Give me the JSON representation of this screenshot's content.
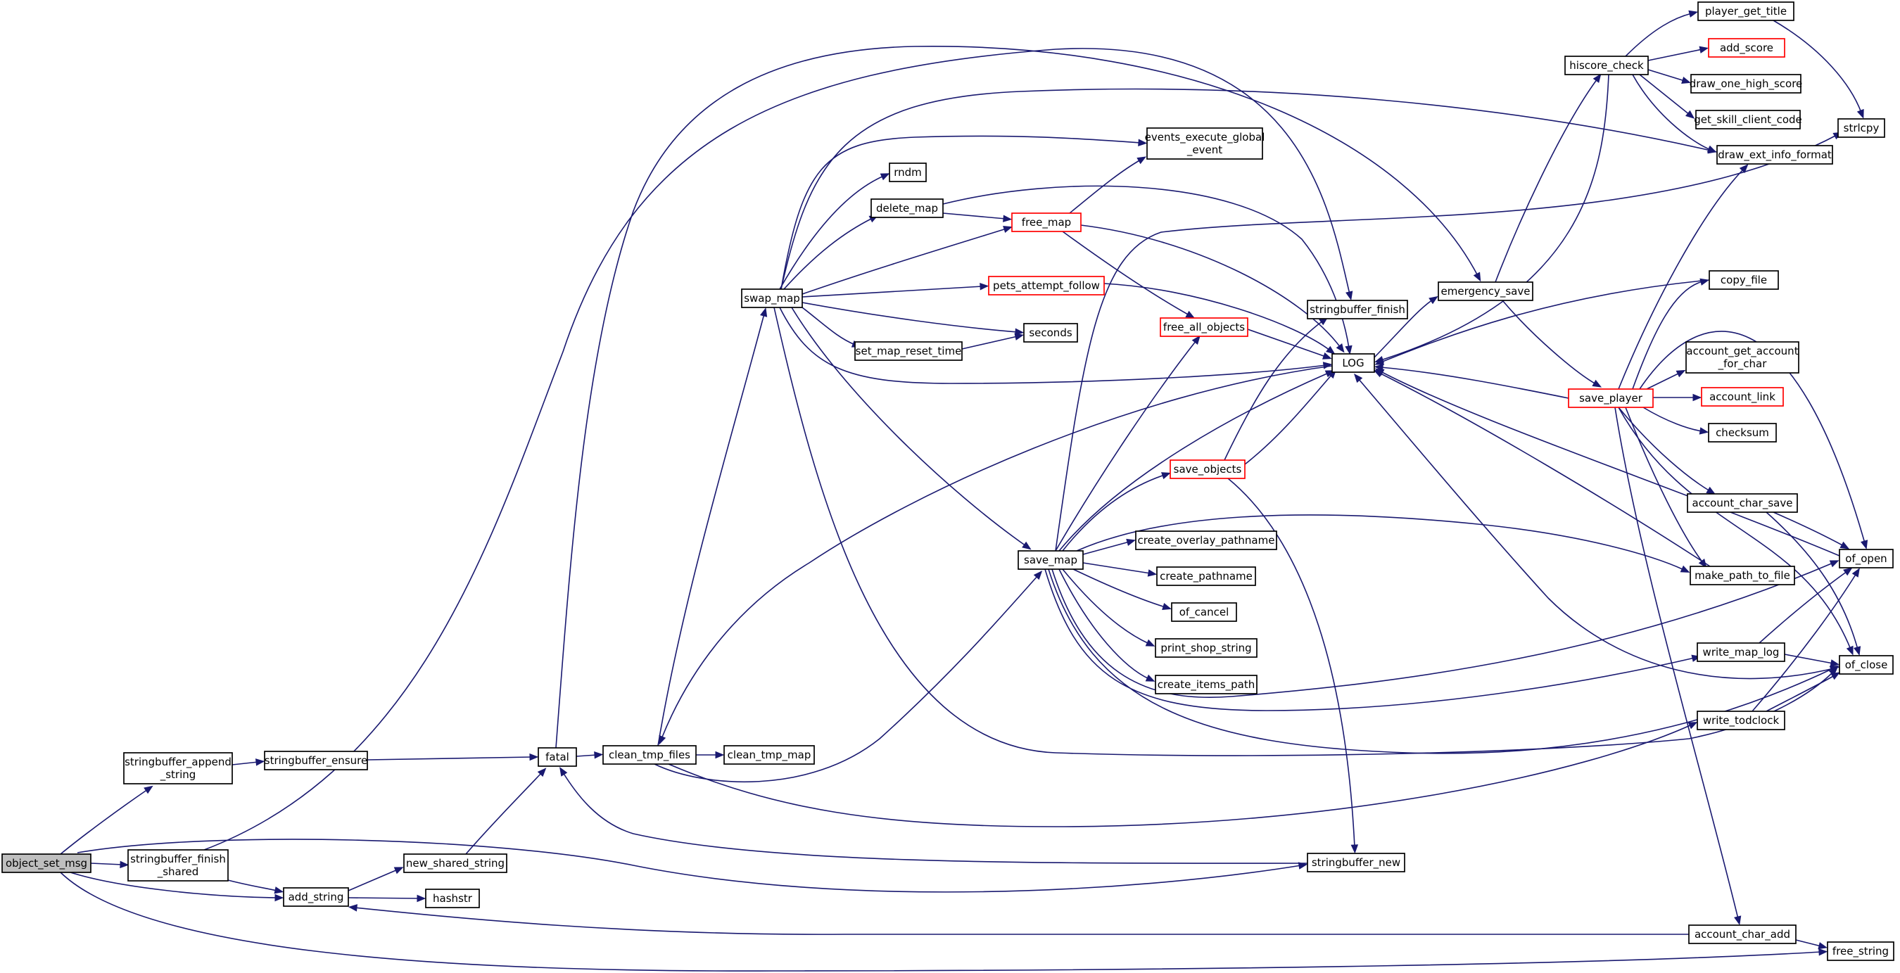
{
  "graph": {
    "root": "object_set_msg",
    "nodes": [
      {
        "id": "object_set_msg",
        "label": [
          "object_set_msg"
        ],
        "style": "root"
      },
      {
        "id": "stringbuffer_append_string",
        "label": [
          "stringbuffer_append",
          "_string"
        ],
        "style": "normal"
      },
      {
        "id": "stringbuffer_ensure",
        "label": [
          "stringbuffer_ensure"
        ],
        "style": "normal"
      },
      {
        "id": "stringbuffer_finish_shared",
        "label": [
          "stringbuffer_finish",
          "_shared"
        ],
        "style": "normal"
      },
      {
        "id": "add_string",
        "label": [
          "add_string"
        ],
        "style": "normal"
      },
      {
        "id": "new_shared_string",
        "label": [
          "new_shared_string"
        ],
        "style": "normal"
      },
      {
        "id": "hashstr",
        "label": [
          "hashstr"
        ],
        "style": "normal"
      },
      {
        "id": "fatal",
        "label": [
          "fatal"
        ],
        "style": "normal"
      },
      {
        "id": "clean_tmp_files",
        "label": [
          "clean_tmp_files"
        ],
        "style": "normal"
      },
      {
        "id": "clean_tmp_map",
        "label": [
          "clean_tmp_map"
        ],
        "style": "normal"
      },
      {
        "id": "swap_map",
        "label": [
          "swap_map"
        ],
        "style": "normal"
      },
      {
        "id": "rndm",
        "label": [
          "rndm"
        ],
        "style": "normal"
      },
      {
        "id": "delete_map",
        "label": [
          "delete_map"
        ],
        "style": "normal"
      },
      {
        "id": "free_map",
        "label": [
          "free_map"
        ],
        "style": "red"
      },
      {
        "id": "events_execute_global_event",
        "label": [
          "events_execute_global",
          "_event"
        ],
        "style": "normal"
      },
      {
        "id": "pets_attempt_follow",
        "label": [
          "pets_attempt_follow"
        ],
        "style": "red"
      },
      {
        "id": "seconds",
        "label": [
          "seconds"
        ],
        "style": "normal"
      },
      {
        "id": "set_map_reset_time",
        "label": [
          "set_map_reset_time"
        ],
        "style": "normal"
      },
      {
        "id": "free_all_objects",
        "label": [
          "free_all_objects"
        ],
        "style": "red"
      },
      {
        "id": "stringbuffer_finish",
        "label": [
          "stringbuffer_finish"
        ],
        "style": "normal"
      },
      {
        "id": "LOG",
        "label": [
          "LOG"
        ],
        "style": "normal"
      },
      {
        "id": "save_objects",
        "label": [
          "save_objects"
        ],
        "style": "red"
      },
      {
        "id": "save_map",
        "label": [
          "save_map"
        ],
        "style": "normal"
      },
      {
        "id": "create_overlay_pathname",
        "label": [
          "create_overlay_pathname"
        ],
        "style": "normal"
      },
      {
        "id": "create_pathname",
        "label": [
          "create_pathname"
        ],
        "style": "normal"
      },
      {
        "id": "of_cancel",
        "label": [
          "of_cancel"
        ],
        "style": "normal"
      },
      {
        "id": "print_shop_string",
        "label": [
          "print_shop_string"
        ],
        "style": "normal"
      },
      {
        "id": "create_items_path",
        "label": [
          "create_items_path"
        ],
        "style": "normal"
      },
      {
        "id": "stringbuffer_new",
        "label": [
          "stringbuffer_new"
        ],
        "style": "normal"
      },
      {
        "id": "emergency_save",
        "label": [
          "emergency_save"
        ],
        "style": "normal"
      },
      {
        "id": "hiscore_check",
        "label": [
          "hiscore_check"
        ],
        "style": "normal"
      },
      {
        "id": "save_player",
        "label": [
          "save_player"
        ],
        "style": "red"
      },
      {
        "id": "player_get_title",
        "label": [
          "player_get_title"
        ],
        "style": "normal"
      },
      {
        "id": "add_score",
        "label": [
          "add_score"
        ],
        "style": "red"
      },
      {
        "id": "draw_one_high_score",
        "label": [
          "draw_one_high_score"
        ],
        "style": "normal"
      },
      {
        "id": "get_skill_client_code",
        "label": [
          "get_skill_client_code"
        ],
        "style": "normal"
      },
      {
        "id": "draw_ext_info_format",
        "label": [
          "draw_ext_info_format"
        ],
        "style": "normal"
      },
      {
        "id": "strlcpy",
        "label": [
          "strlcpy"
        ],
        "style": "normal"
      },
      {
        "id": "copy_file",
        "label": [
          "copy_file"
        ],
        "style": "normal"
      },
      {
        "id": "account_get_account_for_char",
        "label": [
          "account_get_account",
          "_for_char"
        ],
        "style": "normal"
      },
      {
        "id": "account_link",
        "label": [
          "account_link"
        ],
        "style": "red"
      },
      {
        "id": "checksum",
        "label": [
          "checksum"
        ],
        "style": "normal"
      },
      {
        "id": "account_char_save",
        "label": [
          "account_char_save"
        ],
        "style": "normal"
      },
      {
        "id": "make_path_to_file",
        "label": [
          "make_path_to_file"
        ],
        "style": "normal"
      },
      {
        "id": "of_open",
        "label": [
          "of_open"
        ],
        "style": "normal"
      },
      {
        "id": "write_map_log",
        "label": [
          "write_map_log"
        ],
        "style": "normal"
      },
      {
        "id": "of_close",
        "label": [
          "of_close"
        ],
        "style": "normal"
      },
      {
        "id": "write_todclock",
        "label": [
          "write_todclock"
        ],
        "style": "normal"
      },
      {
        "id": "account_char_add",
        "label": [
          "account_char_add"
        ],
        "style": "normal"
      },
      {
        "id": "free_string",
        "label": [
          "free_string"
        ],
        "style": "normal"
      }
    ],
    "edges": [
      [
        "object_set_msg",
        "stringbuffer_append_string"
      ],
      [
        "object_set_msg",
        "stringbuffer_finish_shared"
      ],
      [
        "object_set_msg",
        "add_string"
      ],
      [
        "object_set_msg",
        "stringbuffer_new"
      ],
      [
        "object_set_msg",
        "free_string"
      ],
      [
        "stringbuffer_append_string",
        "stringbuffer_ensure"
      ],
      [
        "stringbuffer_ensure",
        "fatal"
      ],
      [
        "stringbuffer_finish_shared",
        "add_string"
      ],
      [
        "stringbuffer_finish_shared",
        "stringbuffer_finish"
      ],
      [
        "add_string",
        "new_shared_string"
      ],
      [
        "add_string",
        "hashstr"
      ],
      [
        "new_shared_string",
        "fatal"
      ],
      [
        "fatal",
        "clean_tmp_files"
      ],
      [
        "fatal",
        "emergency_save"
      ],
      [
        "clean_tmp_files",
        "clean_tmp_map"
      ],
      [
        "clean_tmp_files",
        "swap_map"
      ],
      [
        "clean_tmp_files",
        "save_map"
      ],
      [
        "clean_tmp_files",
        "write_todclock"
      ],
      [
        "swap_map",
        "rndm"
      ],
      [
        "swap_map",
        "delete_map"
      ],
      [
        "swap_map",
        "free_map"
      ],
      [
        "swap_map",
        "events_execute_global_event"
      ],
      [
        "swap_map",
        "pets_attempt_follow"
      ],
      [
        "swap_map",
        "seconds"
      ],
      [
        "swap_map",
        "set_map_reset_time"
      ],
      [
        "swap_map",
        "LOG"
      ],
      [
        "swap_map",
        "save_map"
      ],
      [
        "swap_map",
        "draw_ext_info_format"
      ],
      [
        "swap_map",
        "of_close"
      ],
      [
        "delete_map",
        "free_map"
      ],
      [
        "delete_map",
        "LOG"
      ],
      [
        "free_map",
        "events_execute_global_event"
      ],
      [
        "free_map",
        "free_all_objects"
      ],
      [
        "free_map",
        "LOG"
      ],
      [
        "pets_attempt_follow",
        "LOG"
      ],
      [
        "set_map_reset_time",
        "seconds"
      ],
      [
        "free_all_objects",
        "LOG"
      ],
      [
        "save_map",
        "free_all_objects"
      ],
      [
        "save_map",
        "LOG"
      ],
      [
        "save_map",
        "save_objects"
      ],
      [
        "save_map",
        "create_overlay_pathname"
      ],
      [
        "save_map",
        "create_pathname"
      ],
      [
        "save_map",
        "of_cancel"
      ],
      [
        "save_map",
        "print_shop_string"
      ],
      [
        "save_map",
        "create_items_path"
      ],
      [
        "save_map",
        "of_open"
      ],
      [
        "save_map",
        "of_close"
      ],
      [
        "save_map",
        "make_path_to_file"
      ],
      [
        "save_map",
        "write_map_log"
      ],
      [
        "save_map",
        "strlcpy"
      ],
      [
        "save_objects",
        "LOG"
      ],
      [
        "save_objects",
        "stringbuffer_finish"
      ],
      [
        "save_objects",
        "stringbuffer_new"
      ],
      [
        "stringbuffer_new",
        "fatal"
      ],
      [
        "LOG",
        "clean_tmp_files"
      ],
      [
        "LOG",
        "emergency_save"
      ],
      [
        "emergency_save",
        "hiscore_check"
      ],
      [
        "emergency_save",
        "save_player"
      ],
      [
        "hiscore_check",
        "player_get_title"
      ],
      [
        "hiscore_check",
        "add_score"
      ],
      [
        "hiscore_check",
        "draw_one_high_score"
      ],
      [
        "hiscore_check",
        "get_skill_client_code"
      ],
      [
        "hiscore_check",
        "draw_ext_info_format"
      ],
      [
        "hiscore_check",
        "LOG"
      ],
      [
        "player_get_title",
        "strlcpy"
      ],
      [
        "save_player",
        "LOG"
      ],
      [
        "save_player",
        "draw_ext_info_format"
      ],
      [
        "save_player",
        "copy_file"
      ],
      [
        "save_player",
        "account_get_account_for_char"
      ],
      [
        "save_player",
        "account_link"
      ],
      [
        "save_player",
        "checksum"
      ],
      [
        "save_player",
        "account_char_save"
      ],
      [
        "save_player",
        "make_path_to_file"
      ],
      [
        "save_player",
        "of_open"
      ],
      [
        "save_player",
        "of_close"
      ],
      [
        "save_player",
        "account_char_add"
      ],
      [
        "copy_file",
        "LOG"
      ],
      [
        "account_char_save",
        "of_open"
      ],
      [
        "account_char_save",
        "of_close"
      ],
      [
        "make_path_to_file",
        "LOG"
      ],
      [
        "of_open",
        "LOG"
      ],
      [
        "of_close",
        "LOG"
      ],
      [
        "write_map_log",
        "of_open"
      ],
      [
        "write_map_log",
        "of_close"
      ],
      [
        "write_todclock",
        "of_open"
      ],
      [
        "write_todclock",
        "of_close"
      ],
      [
        "account_char_add",
        "add_string"
      ],
      [
        "account_char_add",
        "free_string"
      ]
    ]
  }
}
